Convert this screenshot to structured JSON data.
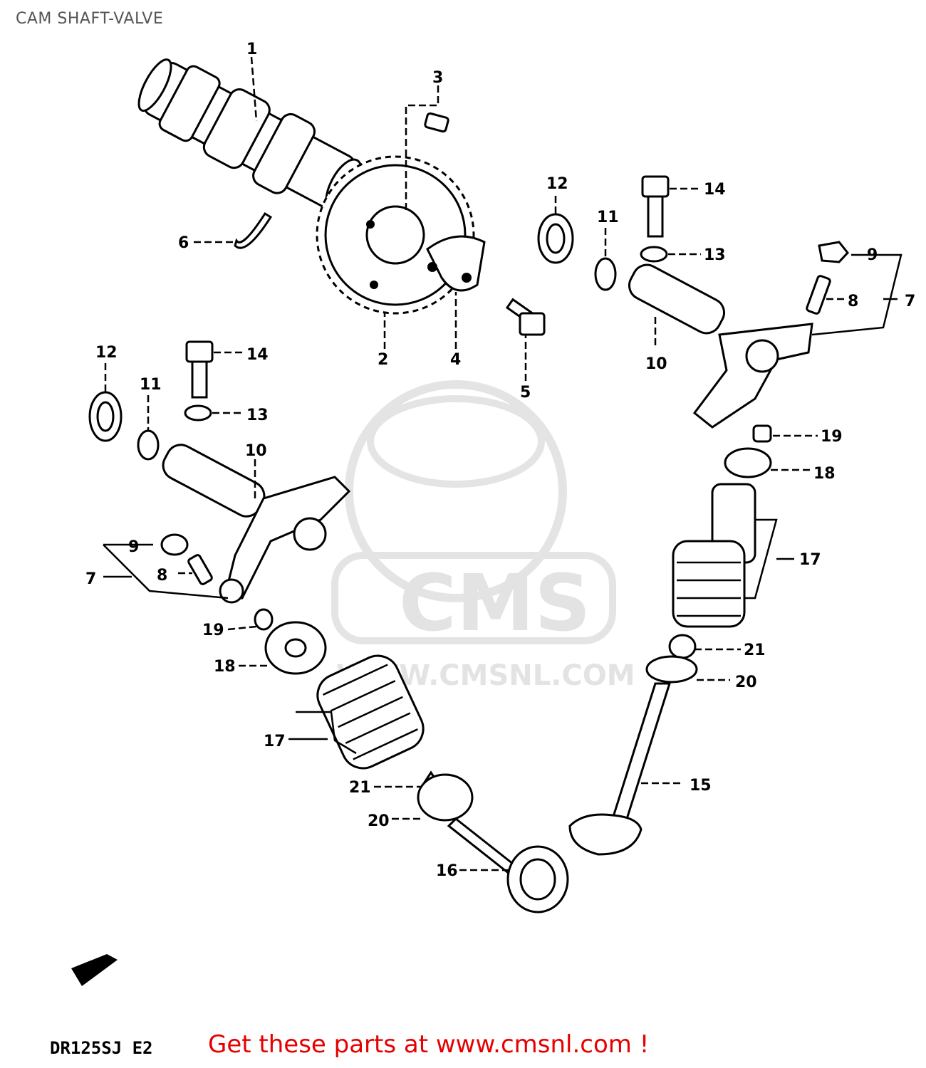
{
  "page": {
    "title": "CAM SHAFT-VALVE",
    "model_code": "DR125SJ E2",
    "cta": "Get these parts at www.cmsnl.com !"
  },
  "watermark": {
    "brand": "CMS",
    "url": "WWW.CMSNL.COM",
    "color": "#e0e0e0"
  },
  "callouts": {
    "c1": "1",
    "c2": "2",
    "c3": "3",
    "c4": "4",
    "c5": "5",
    "c6": "6",
    "c7r": "7",
    "c8r": "8",
    "c9r": "9",
    "c10r": "10",
    "c11r": "11",
    "c12r": "12",
    "c13r": "13",
    "c14r": "14",
    "c12l": "12",
    "c11l": "11",
    "c14l": "14",
    "c13l": "13",
    "c10l": "10",
    "c9l": "9",
    "c8l": "8",
    "c7l": "7",
    "c19l": "19",
    "c18l": "18",
    "c17l": "17",
    "c21l": "21",
    "c20l": "20",
    "c16": "16",
    "c19r": "19",
    "c18r": "18",
    "c17r": "17",
    "c21r": "21",
    "c20r": "20",
    "c15": "15"
  },
  "icons": {
    "front_arrow": "front-direction-arrow-icon"
  }
}
